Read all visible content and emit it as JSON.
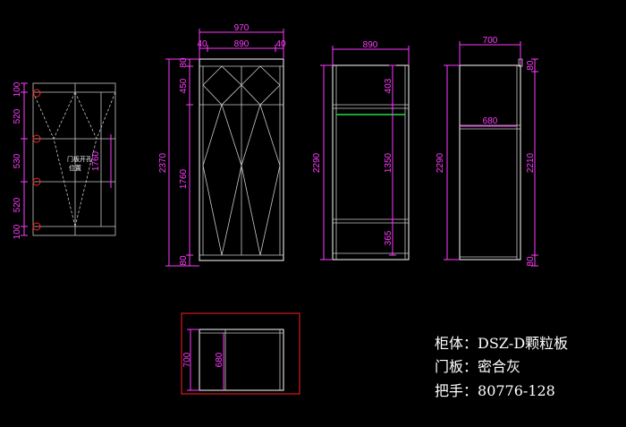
{
  "annotations": {
    "hole_position_line1": "门板开孔",
    "hole_position_line2": "位置"
  },
  "door_view": {
    "dims": [
      "100",
      "520",
      "530",
      "520",
      "100"
    ],
    "height": "1760"
  },
  "front_view": {
    "top_total": "970",
    "top_left": "40",
    "top_mid": "890",
    "top_right": "40",
    "left_total": "2370",
    "left_top": "80",
    "left_upper": "450",
    "left_main": "1760",
    "left_bottom": "80"
  },
  "interior_view": {
    "width": "890",
    "height": "2290",
    "upper": "403",
    "middle": "1350",
    "lower": "365"
  },
  "side_view": {
    "depth": "700",
    "inner_depth": "680",
    "height": "2290",
    "right_top": "80",
    "right_main": "2210",
    "right_bottom": "80"
  },
  "plan_view": {
    "depth": "700",
    "inner_depth": "680"
  },
  "specs": [
    {
      "label": "柜体：",
      "value": "DSZ-D颗粒板"
    },
    {
      "label": "门板：",
      "value": "密合灰"
    },
    {
      "label": "把手：",
      "value": "80776-128"
    }
  ],
  "colors": {
    "dimension": "#ff3cff",
    "outline": "#ffffff",
    "marker": "#ff2020",
    "rail": "#22dd44"
  }
}
